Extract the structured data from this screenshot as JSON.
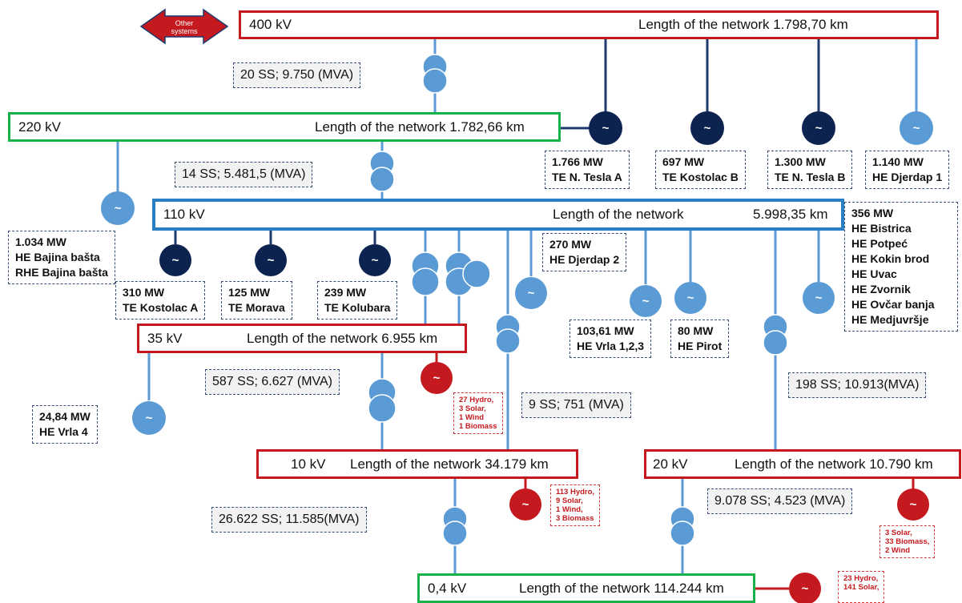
{
  "arrow": {
    "label_line1": "Other",
    "label_line2": "systems"
  },
  "buses": {
    "b400": {
      "voltage": "400 kV",
      "length": "Length of the network  1.798,70 km"
    },
    "b220": {
      "voltage": "220 kV",
      "length": "Length of the network  1.782,66 km"
    },
    "b110": {
      "voltage": "110 kV",
      "length_label": "Length of the network",
      "length_value": "5.998,35 km"
    },
    "b35": {
      "voltage": "35 kV",
      "length": "Length of the network 6.955 km"
    },
    "b10": {
      "voltage": "10 kV",
      "length": "Length of the network 34.179 km"
    },
    "b20": {
      "voltage": "20 kV",
      "length": "Length of the network 10.790 km"
    },
    "b04": {
      "voltage": "0,4 kV",
      "length": "Length of the network 114.244 km"
    }
  },
  "substations": {
    "s400": "20 SS; 9.750 (MVA)",
    "s220": "14 SS; 5.481,5 (MVA)",
    "s35": "587 SS; 6.627 (MVA)",
    "s9": "9 SS; 751 (MVA)",
    "s198": "198 SS; 10.913(MVA)",
    "s10": "26.622 SS; 11.585(MVA)",
    "s20": "9.078 SS; 4.523 (MVA)"
  },
  "plants": {
    "tesla_a": [
      "1.766 MW",
      "TE N. Tesla A"
    ],
    "kostolac_b": [
      "697 MW",
      "TE Kostolac B"
    ],
    "tesla_b": [
      "1.300 MW",
      "TE N. Tesla B"
    ],
    "djerdap1": [
      "1.140 MW",
      "HE Djerdap 1"
    ],
    "bajina": [
      "1.034 MW",
      "HE Bajina bašta",
      "RHE Bajina bašta"
    ],
    "kostolac_a": [
      "310 MW",
      "TE Kostolac A"
    ],
    "morava": [
      "125 MW",
      "TE Morava"
    ],
    "kolubara": [
      "239 MW",
      "TE Kolubara"
    ],
    "djerdap2": [
      "270 MW",
      "HE Djerdap 2"
    ],
    "vrla123": [
      "103,61 MW",
      "HE Vrla 1,2,3"
    ],
    "pirot": [
      "80 MW",
      "HE Pirot"
    ],
    "bistrica": [
      "356 MW",
      "HE Bistrica",
      "HE Potpeć",
      "HE Kokin brod",
      "HE Uvac",
      "HE Zvornik",
      "HE Ovčar banja",
      "HE Medjuvršje"
    ],
    "vrla4": [
      "24,84 MW",
      "HE Vrla 4"
    ]
  },
  "renewables": {
    "r35": [
      "27 Hydro,",
      "3 Solar,",
      "1 Wind",
      "1 Biomass"
    ],
    "r10": [
      "113 Hydro,",
      "9 Solar,",
      "1 Wind,",
      "3 Biomass"
    ],
    "r20": [
      "3 Solar,",
      "33 Biomass,",
      "2 Wind"
    ],
    "r04": [
      "23 Hydro,",
      "141 Solar,"
    ]
  },
  "symbol": "~",
  "colors": {
    "red": "#c41a1f",
    "green": "#19b14a",
    "blue": "#2b7fc5",
    "navy": "#0c2350",
    "light": "#5b9bd5",
    "line": "#5b9bd5",
    "navy_line": "#1f3a6e"
  }
}
